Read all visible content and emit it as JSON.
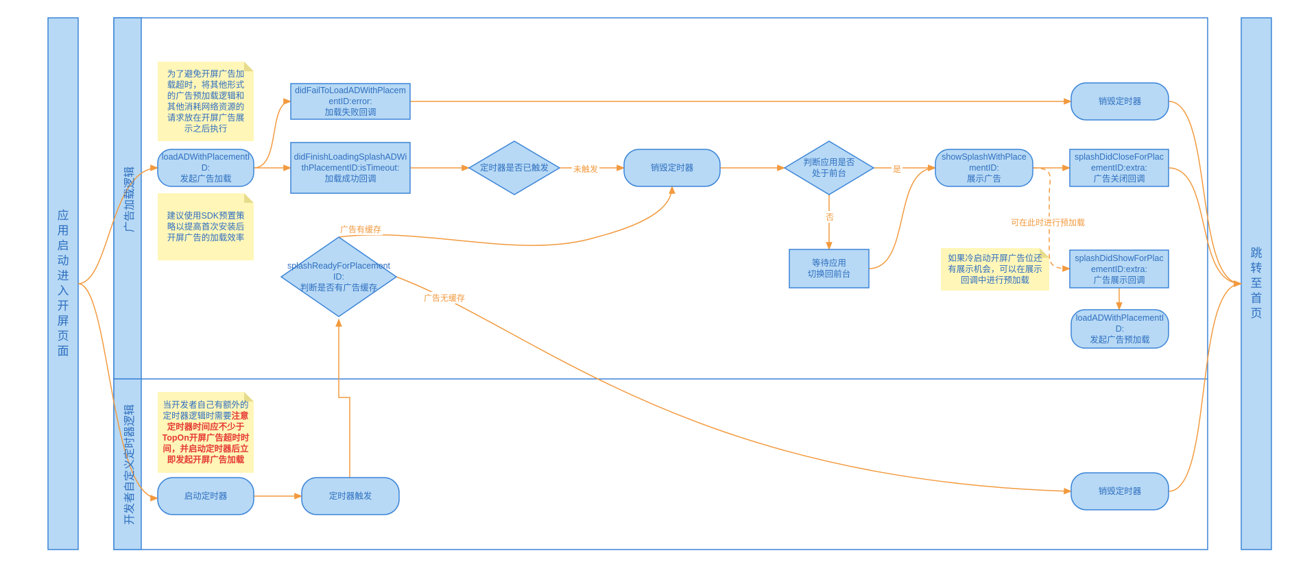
{
  "colors": {
    "lane_fill": "#b7d9f5",
    "lane_stroke": "#3b84d8",
    "node_text": "#2f6fc0",
    "edge": "#f29a3f",
    "note_fill": "#fff6b8",
    "note_warning": "#e53935"
  },
  "lanes": {
    "start": "应用启动进入开屏页面",
    "end": "跳转至首页",
    "ad_loading": "广告加载逻辑",
    "timer_logic": "开发者自定义定时器逻辑"
  },
  "nodes": {
    "load_ad": "loadADWithPlacementID:\n发起广告加载",
    "fail_cb": "didFailToLoadADWithPlacementID:error:\n加载失败回调",
    "finish_cb": "didFinishLoadingSplashADWithPlacementID:isTimeout:\n加载成功回调",
    "timer_triggered_q": "定时器是否已触发",
    "destroy_timer_mid": "销毁定时器",
    "destroy_timer_top": "销毁定时器",
    "foreground_q": "判断应用是否\n处于前台",
    "wait_app": "等待应用\n切换回前台",
    "show_splash": "showSplashWithPlacementID:\n展示广告",
    "close_cb": "splashDidCloseForPlacementID:extra:\n广告关闭回调",
    "show_cb": "splashDidShowForPlacementID:extra:\n广告展示回调",
    "preload": "loadADWithPlacementID:\n发起广告预加载",
    "ready_q": "splashReadyForPlacementID:\n判断是否有广告缓存",
    "start_timer": "启动定时器",
    "timer_fires": "定时器触发",
    "destroy_timer_bottom": "销毁定时器"
  },
  "notes": {
    "timeout_tip": "为了避免开屏广告加载超时，将其他形式的广告预加载逻辑和其他消耗网络资源的请求放在开屏广告展示之后执行",
    "sdk_tip": "建议使用SDK预置策略以提高首次安装后开屏广告的加载效率",
    "cold_start_tip": "如果冷启动开屏广告位还有展示机会，可以在展示回调中进行预加载",
    "timer_tip_normal": "当开发者自己有额外的定时器逻辑时需要",
    "timer_tip_warning": "注意定时器时间应不少于TopOn开屏广告超时时间，并启动定时器后立即发起开屏广告加载"
  },
  "edge_labels": {
    "not_triggered": "未触发",
    "yes": "是",
    "no": "否",
    "has_cache": "广告有缓存",
    "no_cache": "广告无缓存",
    "preload_here": "可在此时进行预加载"
  }
}
